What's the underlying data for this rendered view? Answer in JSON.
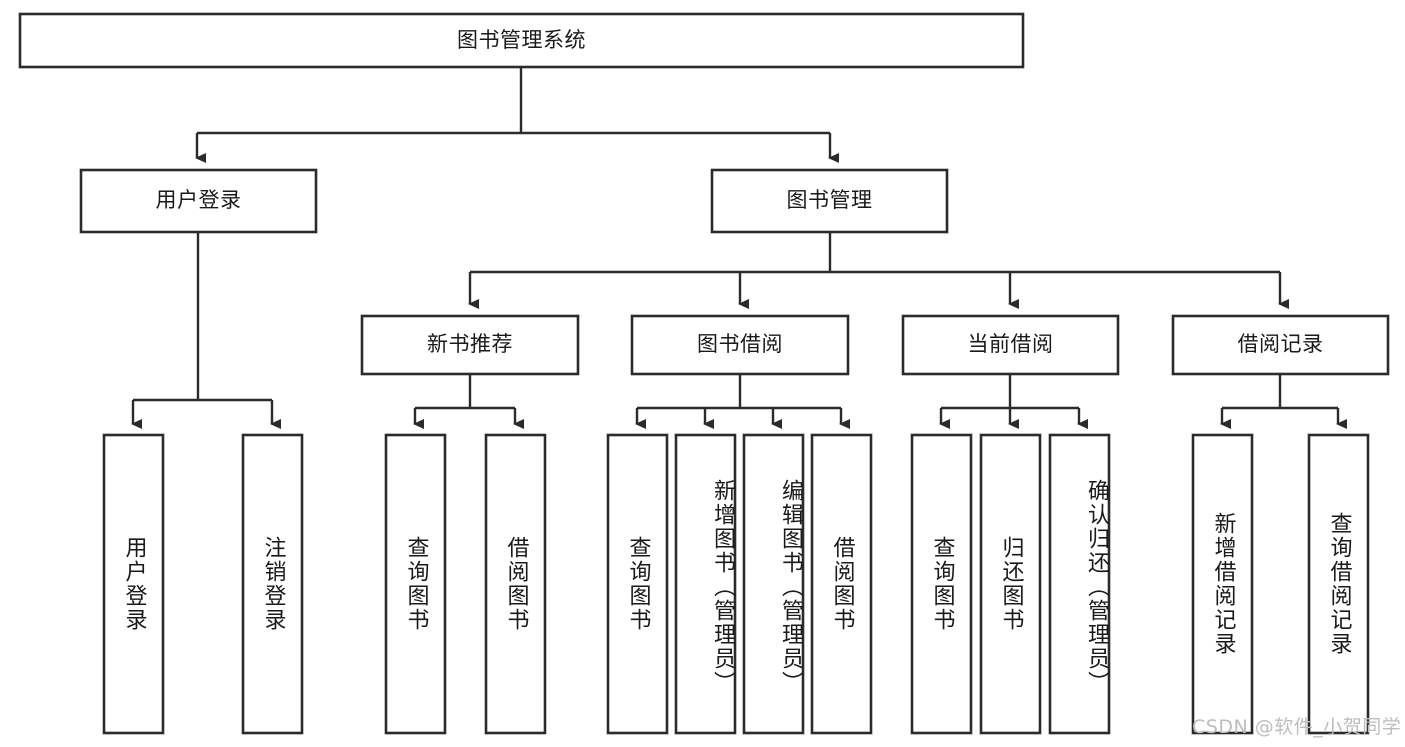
{
  "diagram": {
    "title": "图书管理系统",
    "type": "tree-hierarchy-diagram",
    "colors": {
      "box_stroke": "#2b2b2b",
      "box_fill": "#ffffff",
      "text": "#1a1a1a",
      "connector": "#2b2b2b",
      "watermark": "#bdbdbd",
      "background": "#ffffff"
    },
    "root": {
      "label": "图书管理系统"
    },
    "level2": [
      {
        "label": "用户登录"
      },
      {
        "label": "图书管理"
      }
    ],
    "level3": [
      {
        "label": "新书推荐"
      },
      {
        "label": "图书借阅"
      },
      {
        "label": "当前借阅"
      },
      {
        "label": "借阅记录"
      }
    ],
    "leaves": {
      "user_login": [
        {
          "label": "用户登录"
        },
        {
          "label": "注销登录"
        }
      ],
      "new_book_recommend": [
        {
          "label": "查询图书"
        },
        {
          "label": "借阅图书"
        }
      ],
      "book_borrow": [
        {
          "label": "查询图书"
        },
        {
          "label": "新增图书（管理员）"
        },
        {
          "label": "编辑图书（管理员）"
        },
        {
          "label": "借阅图书"
        }
      ],
      "current_borrow": [
        {
          "label": "查询图书"
        },
        {
          "label": "归还图书"
        },
        {
          "label": "确认归还（管理员）"
        }
      ],
      "borrow_record": [
        {
          "label": "新增借阅记录"
        },
        {
          "label": "查询借阅记录"
        }
      ]
    }
  },
  "watermark": {
    "text": "CSDN @软件_小贺同学"
  }
}
